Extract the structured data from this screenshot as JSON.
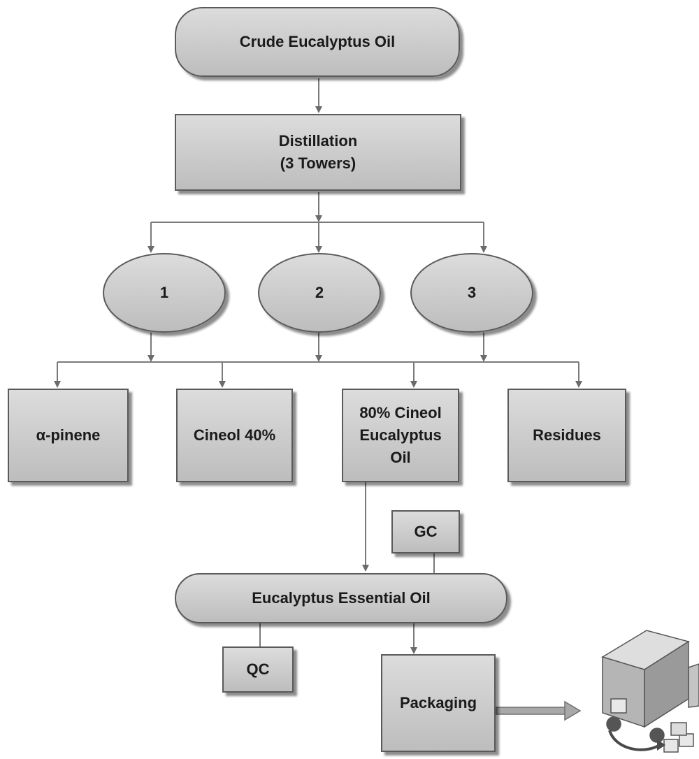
{
  "nodes": {
    "crude": "Crude Eucalyptus Oil",
    "distillation": "Distillation\n(3 Towers)",
    "tower1": "1",
    "tower2": "2",
    "tower3": "3",
    "alpha_pinene": "α-pinene",
    "cineol40": "Cineol 40%",
    "cineol80": "80% Cineol\nEucalyptus\nOil",
    "residues": "Residues",
    "gc": "GC",
    "essential_oil": "Eucalyptus Essential Oil",
    "qc": "QC",
    "packaging": "Packaging"
  },
  "icons": {
    "delivery": "delivery-truck-icon"
  }
}
